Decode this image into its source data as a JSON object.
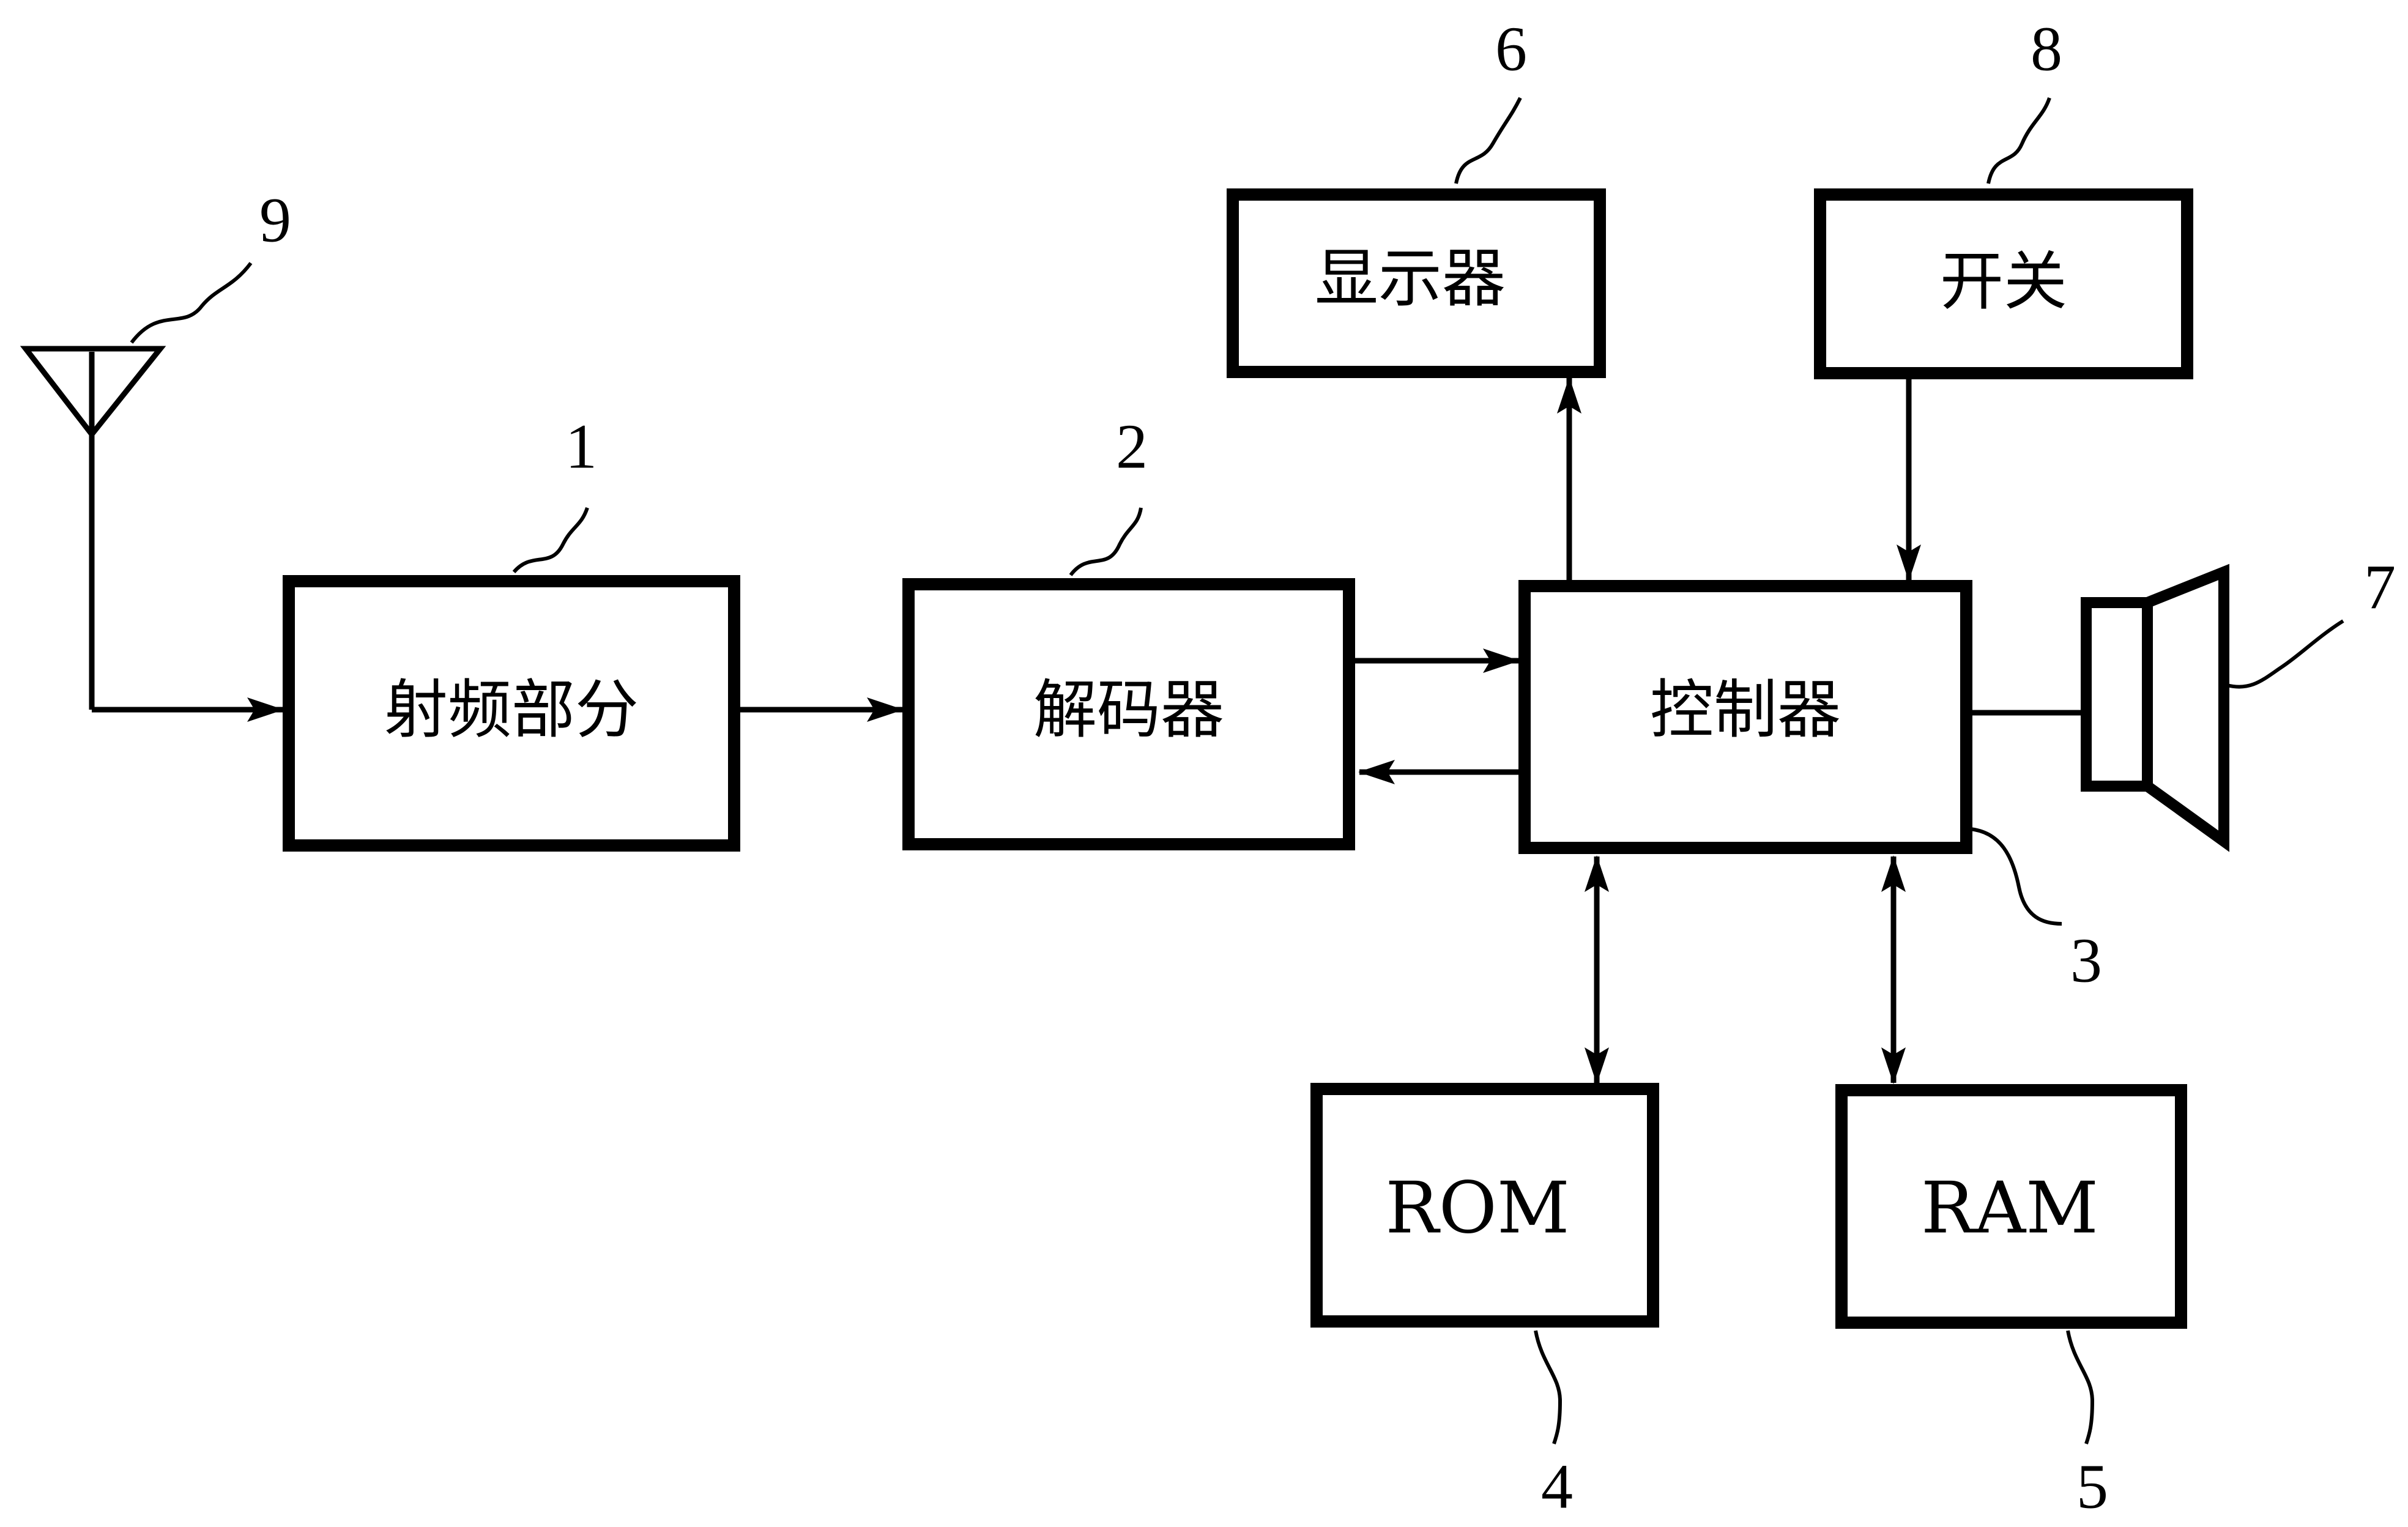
{
  "blocks": {
    "rf": {
      "label": "射频部分",
      "ref": "1"
    },
    "decoder": {
      "label": "解码器",
      "ref": "2"
    },
    "controller": {
      "label": "控制器",
      "ref": "3"
    },
    "rom": {
      "label": "ROM",
      "ref": "4"
    },
    "ram": {
      "label": "RAM",
      "ref": "5"
    },
    "display": {
      "label": "显示器",
      "ref": "6"
    },
    "switch": {
      "label": "开关",
      "ref": "8"
    }
  },
  "speaker": {
    "ref": "7"
  },
  "antenna": {
    "ref": "9"
  },
  "colors": {
    "ink": "#000000",
    "background": "#ffffff"
  }
}
